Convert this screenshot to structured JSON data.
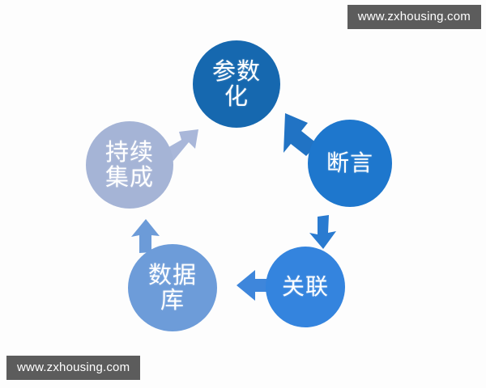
{
  "diagram": {
    "type": "cycle",
    "title": "",
    "background_color": "#fdfdfd",
    "nodes": [
      {
        "id": "parameterization",
        "label": "参数\n化",
        "color": "#1668AF",
        "position": "top"
      },
      {
        "id": "assertion",
        "label": "断言",
        "color": "#1E77CD",
        "position": "right"
      },
      {
        "id": "association",
        "label": "关联",
        "color": "#3484DE",
        "position": "bottom-right"
      },
      {
        "id": "database",
        "label": "数据\n库",
        "color": "#6D9CD9",
        "position": "bottom-left"
      },
      {
        "id": "continuous-integration",
        "label": "持续\n集成",
        "color": "#A5B4D6",
        "position": "left"
      }
    ],
    "arrows": [
      {
        "id": "arrow-parameterization-to-assertion",
        "from": "parameterization",
        "to": "assertion",
        "color": "#2173C4",
        "direction": "down-right"
      },
      {
        "id": "arrow-assertion-to-association",
        "from": "assertion",
        "to": "association",
        "color": "#2A7BD0",
        "direction": "down"
      },
      {
        "id": "arrow-association-to-database",
        "from": "association",
        "to": "database",
        "color": "#3E86DB",
        "direction": "left"
      },
      {
        "id": "arrow-database-to-continuous-integration",
        "from": "database",
        "to": "continuous-integration",
        "color": "#6C9BD8",
        "direction": "up"
      },
      {
        "id": "arrow-continuous-integration-to-parameterization",
        "from": "continuous-integration",
        "to": "parameterization",
        "color": "#A9B7D9",
        "direction": "up-right"
      }
    ]
  },
  "watermarks": {
    "top_right": "www.zxhousing.com",
    "bottom_left": "www.zxhousing.com",
    "background_color": "#5c5c5c",
    "text_color": "#ffffff"
  }
}
